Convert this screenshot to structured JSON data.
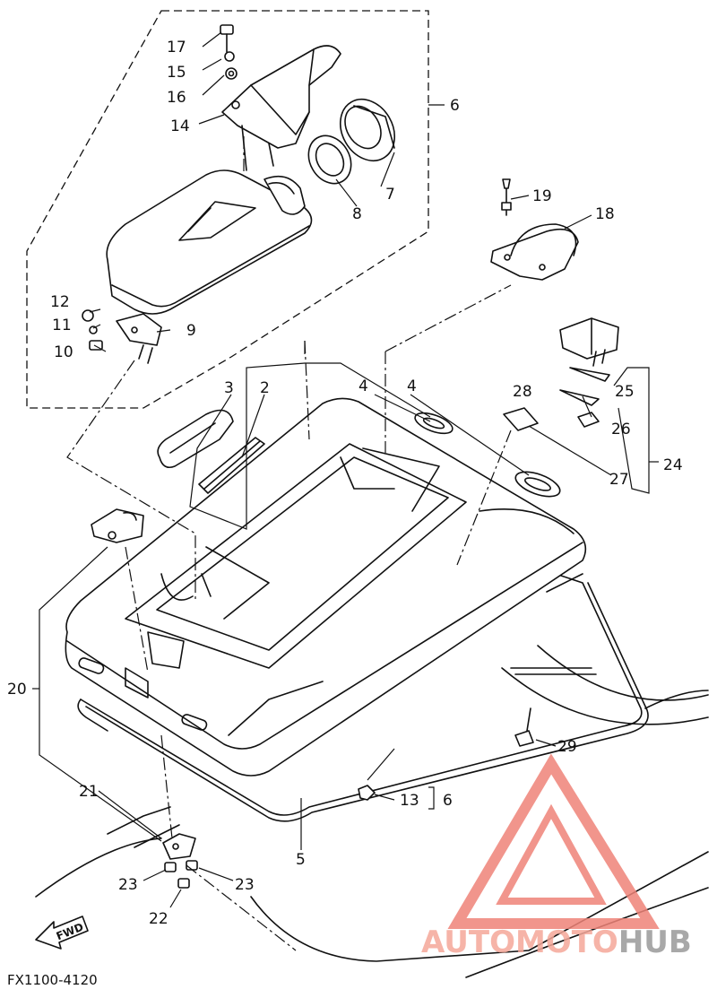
{
  "diagram": {
    "code": "FX1100-4120",
    "fwd_label": "FWD",
    "callouts": {
      "c2": "2",
      "c3": "3",
      "c4a": "4",
      "c4b": "4",
      "c5": "5",
      "c6a": "6",
      "c6b": "6",
      "c7": "7",
      "c8": "8",
      "c9": "9",
      "c10": "10",
      "c11": "11",
      "c12": "12",
      "c13": "13",
      "c14": "14",
      "c15": "15",
      "c16": "16",
      "c17": "17",
      "c18": "18",
      "c19": "19",
      "c20": "20",
      "c21": "21",
      "c22": "22",
      "c23a": "23",
      "c23b": "23",
      "c24": "24",
      "c25": "25",
      "c26": "26",
      "c27": "27",
      "c28": "28",
      "c29": "29"
    }
  },
  "watermark": {
    "part1": "AUTOMOTO",
    "part2": "HUB",
    "color1": "#f5a89a",
    "color2": "#9a9a9a",
    "logo_color": "#ef8378"
  }
}
